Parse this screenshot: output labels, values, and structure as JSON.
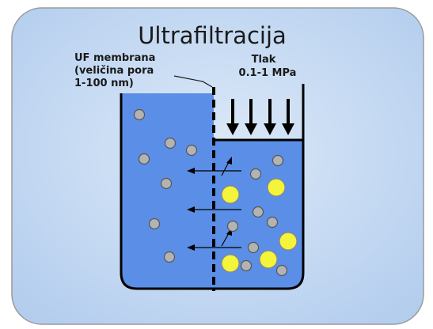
{
  "title": "Ultrafiltracija",
  "membrane_label": {
    "line1": "UF membrana",
    "line2": "(veličina pora",
    "line3": "1-100 nm)"
  },
  "pressure_label": {
    "line1": "Tlak",
    "line2": "0.1-1 MPa"
  },
  "colors": {
    "background_panel": "#c4d9f2",
    "liquid": "#5b8ee6",
    "small_particle": "#b3b3b3",
    "large_particle": "#f4f43a",
    "outline": "#000000"
  },
  "particles": {
    "small_count": 15,
    "large_count": 5
  },
  "pressure_arrow_count": 4,
  "permeate_arrow_count": 3
}
